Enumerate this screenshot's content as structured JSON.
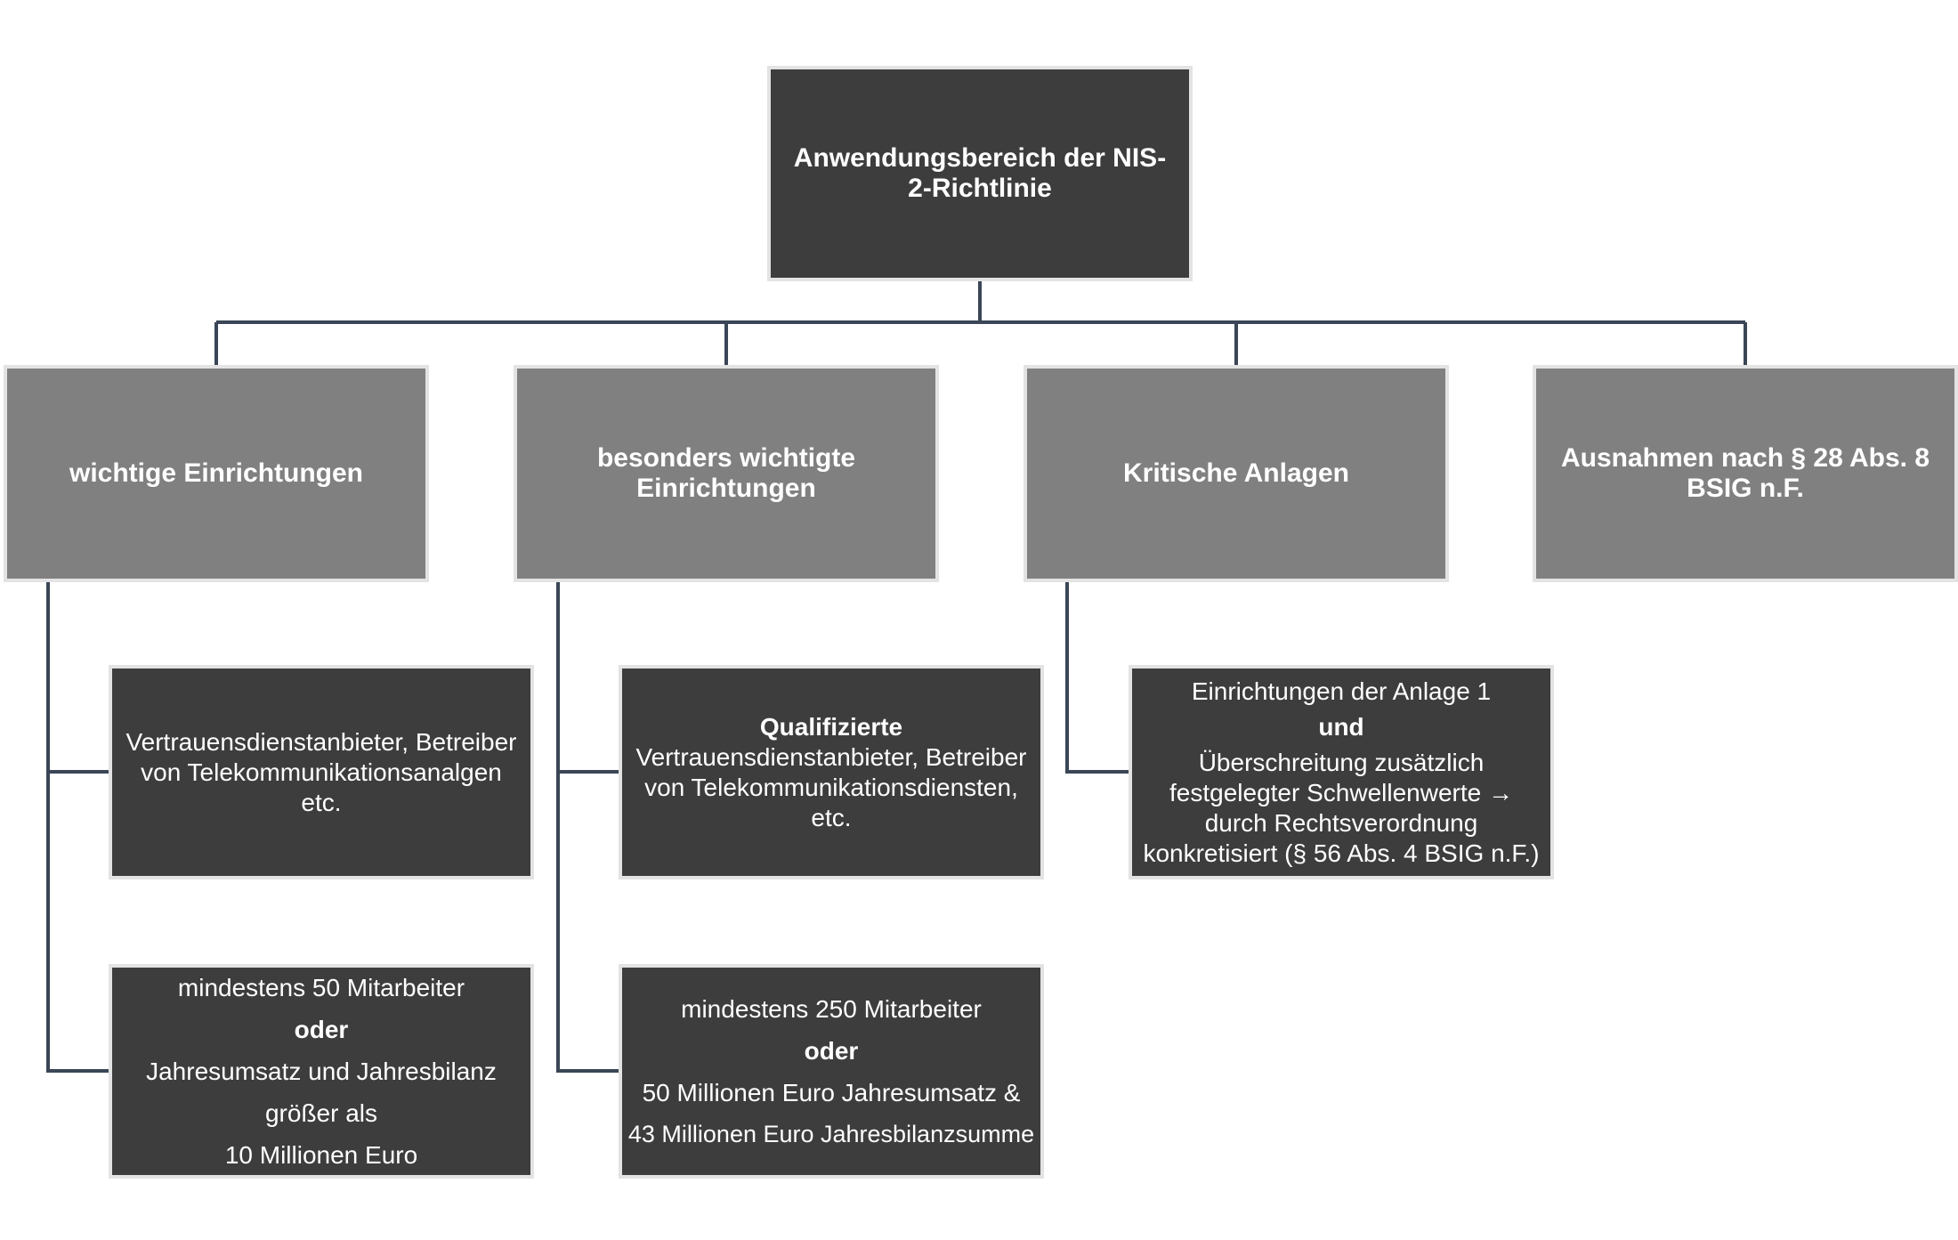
{
  "diagram": {
    "root": {
      "label": "Anwendungsbereich der NIS-2-Richtlinie"
    },
    "categories": [
      {
        "label": "wichtige Einrichtungen"
      },
      {
        "label": "besonders wichtigte Einrichtungen"
      },
      {
        "label": "Kritische Anlagen"
      },
      {
        "label": "Ausnahmen nach § 28 Abs. 8 BSIG n.F."
      }
    ],
    "wichtige": {
      "type_box": "Vertrauensdienstanbieter, Betreiber von Telekommunikationsanalgen etc.",
      "size_box": {
        "line1": "mindestens 50 Mitarbeiter",
        "connector": "oder",
        "line2": "Jahresumsatz und Jahresbilanz",
        "line3": "größer als",
        "line4": "10 Millionen Euro"
      }
    },
    "besonders": {
      "type_box": {
        "bold": "Qualifizierte",
        "text": "Vertrauensdienstanbieter, Betreiber von Telekommunikationsdiensten, etc."
      },
      "size_box": {
        "line1": "mindestens 250 Mitarbeiter",
        "connector": "oder",
        "line2": "50 Millionen Euro Jahresumsatz &",
        "line3": "43 Millionen Euro Jahresbilanzsumme"
      }
    },
    "kritisch": {
      "criteria_box": {
        "line1": "Einrichtungen der Anlage 1",
        "connector": "und",
        "line2": "Überschreitung zusätzlich festgelegter Schwellenwerte → durch Rechtsverordnung konkretisiert (§ 56 Abs. 4 BSIG n.F.)"
      }
    },
    "colors": {
      "dark_box": "#3d3d3d",
      "grey_box": "#808080",
      "connector": "#3a4656",
      "box_border": "#e3e3e3",
      "text": "#ffffff"
    }
  }
}
